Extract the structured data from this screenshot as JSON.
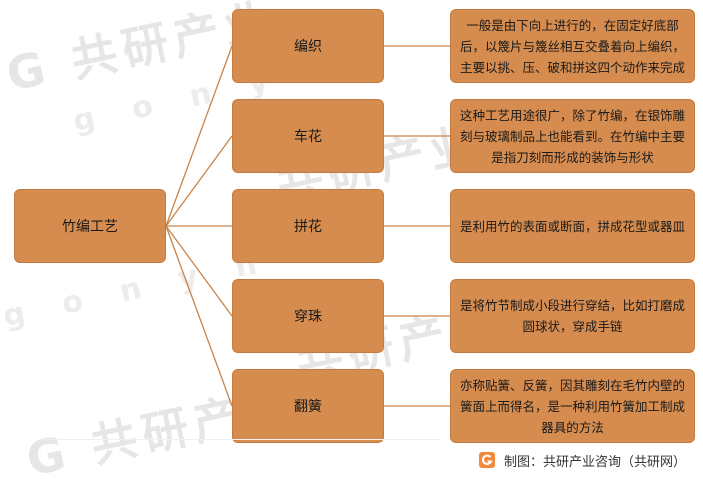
{
  "diagram": {
    "root": {
      "label": "竹编工艺"
    },
    "branches": [
      {
        "label": "编织",
        "description": "一般是由下向上进行的，在固定好底部后，以篾片与篾丝相互交叠着向上编织，主要以挑、压、破和拼这四个动作来完成"
      },
      {
        "label": "车花",
        "description": "这种工艺用途很广，除了竹编，在银饰雕刻与玻璃制品上也能看到。在竹编中主要是指刀刻而形成的装饰与形状"
      },
      {
        "label": "拼花",
        "description": "是利用竹的表面或断面，拼成花型或器皿"
      },
      {
        "label": "穿珠",
        "description": "是将竹节制成小段进行穿结，比如打磨成圆球状，穿成手链"
      },
      {
        "label": "翻簧",
        "description": "亦称贴簧、反簧，因其雕刻在毛竹内壁的簧面上而得名，是一种利用竹簧加工制成器具的方法"
      }
    ],
    "colors": {
      "box_fill": "#d68c4f",
      "box_border": "#c47a3e",
      "connector": "#c8844a"
    }
  },
  "footer": {
    "credit": "制图：共研产业咨询（共研网）",
    "logo_icon": "brand-logo-icon"
  },
  "watermark": {
    "brand": "共研产业",
    "url": "gonyn"
  }
}
